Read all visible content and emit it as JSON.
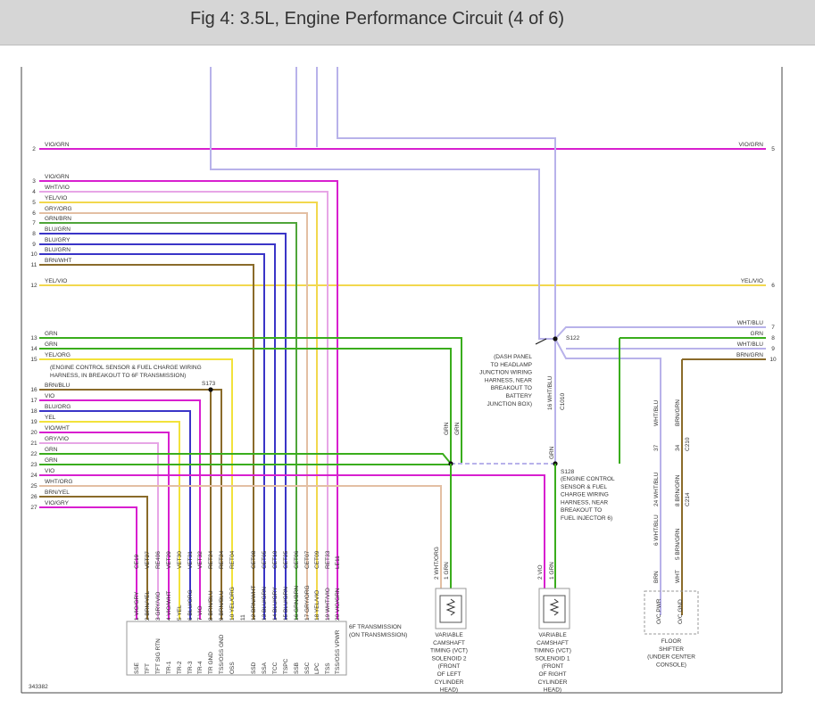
{
  "title": "Fig 4: 3.5L, Engine Performance Circuit (4 of 6)",
  "diagram_id": "343382",
  "left_pins": [
    {
      "n": "2",
      "w": "VIO/GRN"
    },
    {
      "n": "3",
      "w": "VIO/GRN"
    },
    {
      "n": "4",
      "w": "WHT/VIO"
    },
    {
      "n": "5",
      "w": "YEL/VIO"
    },
    {
      "n": "6",
      "w": "GRY/ORG"
    },
    {
      "n": "7",
      "w": "GRN/BRN"
    },
    {
      "n": "8",
      "w": "BLU/GRN"
    },
    {
      "n": "9",
      "w": "BLU/GRY"
    },
    {
      "n": "10",
      "w": "BLU/GRN"
    },
    {
      "n": "11",
      "w": "BRN/WHT"
    },
    {
      "n": "12",
      "w": "YEL/VIO"
    },
    {
      "n": "13",
      "w": "GRN"
    },
    {
      "n": "14",
      "w": "GRN"
    },
    {
      "n": "15",
      "w": "YEL/ORG"
    },
    {
      "n": "16",
      "w": "BRN/BLU"
    },
    {
      "n": "17",
      "w": "VIO"
    },
    {
      "n": "18",
      "w": "BLU/ORG"
    },
    {
      "n": "19",
      "w": "YEL"
    },
    {
      "n": "20",
      "w": "VIO/WHT"
    },
    {
      "n": "21",
      "w": "GRY/VIO"
    },
    {
      "n": "22",
      "w": "GRN"
    },
    {
      "n": "23",
      "w": "GRN"
    },
    {
      "n": "24",
      "w": "VIO"
    },
    {
      "n": "25",
      "w": "WHT/ORG"
    },
    {
      "n": "26",
      "w": "BRN/YEL"
    },
    {
      "n": "27",
      "w": "VIO/GRY"
    }
  ],
  "right_pins": [
    {
      "n": "5",
      "w": "VIO/GRN"
    },
    {
      "n": "6",
      "w": "YEL/VIO"
    },
    {
      "n": "7",
      "w": "WHT/BLU"
    },
    {
      "n": "8",
      "w": "GRN"
    },
    {
      "n": "9",
      "w": "WHT/BLU"
    },
    {
      "n": "10",
      "w": "BRN/GRN"
    }
  ],
  "splices": {
    "s122": "S122",
    "s173": "S173",
    "s128": "S128"
  },
  "notes": {
    "harness_s173": [
      "(ENGINE CONTROL SENSOR & FUEL CHARGE WIRING",
      "HARNESS, IN BREAKOUT TO 6F TRANSMISSION)"
    ],
    "dash_panel": [
      "(DASH PANEL",
      "TO HEADLAMP",
      "JUNCTION WIRING",
      "HARNESS, NEAR",
      "BREAKOUT TO",
      "BATTERY",
      "JUNCTION BOX)"
    ],
    "s128": [
      "(ENGINE CONTROL",
      "SENSOR & FUEL",
      "CHARGE WIRING",
      "HARNESS, NEAR",
      "BREAKOUT TO",
      "FUEL INJECTOR 6)"
    ]
  },
  "vertical_labels": {
    "s122_wire": "16 WHT/BLU",
    "s122_conn": "C1010",
    "vct2_wire1": "GRN",
    "vct2_wire2": "GRN",
    "s128_wire": "GRN",
    "vct2_pin2": "2 WHT/ORG",
    "vct2_pin1": "1 GRN",
    "vct1_pin2": "2 VIO",
    "vct1_pin1": "1 GRN",
    "shifter_a_wire": "WHT/BLU",
    "shifter_b_wire": "BRN/GRN",
    "shifter_a_37": "37",
    "shifter_b_34": "34",
    "shifter_b_c210": "C210",
    "shifter_a_24": "24 WHT/BLU",
    "shifter_b_8": "8 BRN/GRN",
    "shifter_b_c214": "C214",
    "shifter_a_6": "6 WHT/BLU",
    "shifter_b_5": "5 BRN/GRN",
    "shifter_a_brn": "BRN",
    "shifter_b_wht": "WHT",
    "shifter_a_func": "O/C PWR",
    "shifter_b_func": "O/C GND"
  },
  "transmission": {
    "label": [
      "6F TRANSMISSION",
      "(ON TRANSMISSION)"
    ],
    "pins": [
      {
        "wire": "1 VIO/GRY",
        "code": "CE19",
        "func": "SSE"
      },
      {
        "wire": "2 BRN/YEL",
        "code": "VET27",
        "func": "TFT"
      },
      {
        "wire": "3 GRY/VIO",
        "code": "RE406",
        "func": "TFT SIG RTN"
      },
      {
        "wire": "4 VIO/WHT",
        "code": "VET29",
        "func": "TR-1"
      },
      {
        "wire": "5 YEL",
        "code": "VET30",
        "func": "TR-2"
      },
      {
        "wire": "6 BLU/ORG",
        "code": "VET31",
        "func": "TR-3"
      },
      {
        "wire": "7 VIO",
        "code": "VET32",
        "func": "TR-4"
      },
      {
        "wire": "8 BRN/BLU",
        "code": "RET24",
        "func": "TR GND"
      },
      {
        "wire": "9 BRN/BLU",
        "code": "RET24",
        "func": "TSS/OSS GND"
      },
      {
        "wire": "10 YEL/ORG",
        "code": "RET04",
        "func": "OSS"
      },
      {
        "wire": "11",
        "code": "",
        "func": ""
      },
      {
        "wire": "12 BRN/WHT",
        "code": "CET08",
        "func": "SSD"
      },
      {
        "wire": "13 BLU/GRN",
        "code": "CET05",
        "func": "SSA"
      },
      {
        "wire": "14 BLU/GRY",
        "code": "CET10",
        "func": "TCC"
      },
      {
        "wire": "15 BLU/GRN",
        "code": "CET25",
        "func": "TSPC"
      },
      {
        "wire": "16 GRN/BRN",
        "code": "CET06",
        "func": "SSB"
      },
      {
        "wire": "17 GRY/ORG",
        "code": "CET07",
        "func": "SSC"
      },
      {
        "wire": "18 YEL/VIO",
        "code": "CET09",
        "func": "LPC"
      },
      {
        "wire": "19 WHT/VIO",
        "code": "RET33",
        "func": "TSS"
      },
      {
        "wire": "20 VIO/GRN",
        "code": "LE11",
        "func": "TSS/OSS VPWR"
      }
    ]
  },
  "components": {
    "vct2": [
      "VARIABLE",
      "CAMSHAFT",
      "TIMING (VCT)",
      "SOLENOID 2",
      "(FRONT",
      "OF LEFT",
      "CYLINDER",
      "HEAD)"
    ],
    "vct1": [
      "VARIABLE",
      "CAMSHAFT",
      "TIMING (VCT)",
      "SOLENOID 1",
      "(FRONT",
      "OF RIGHT",
      "CYLINDER",
      "HEAD)"
    ],
    "shifter": [
      "FLOOR",
      "SHIFTER",
      "(UNDER CENTER",
      "CONSOLE)"
    ]
  },
  "colors": {
    "vio_grn": "#d81fcf",
    "wht_vio": "#e7a6e6",
    "yel_vio": "#f2d84e",
    "gry_org": "#e3bfa3",
    "grn_brn": "#4fa53a",
    "blu": "#3a35c7",
    "brn": "#8a6b2a",
    "grn": "#3aad1c",
    "yel": "#f2e23b",
    "lav": "#b8b2ea",
    "gry": "#9a9a9a"
  }
}
